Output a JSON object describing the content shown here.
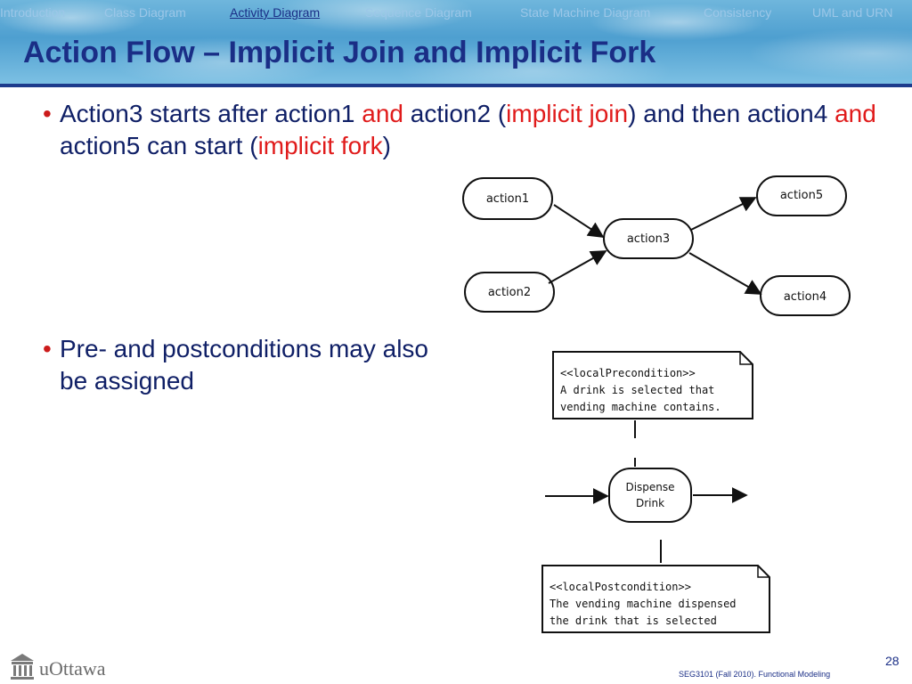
{
  "nav": {
    "items": [
      {
        "label": "Introduction",
        "active": false
      },
      {
        "label": "Class Diagram",
        "active": false
      },
      {
        "label": "Activity Diagram",
        "active": true
      },
      {
        "label": "Sequence Diagram",
        "active": false
      },
      {
        "label": "State Machine Diagram",
        "active": false
      },
      {
        "label": "Consistency",
        "active": false
      },
      {
        "label": "UML and URN",
        "active": false
      }
    ]
  },
  "slide": {
    "title": "Action Flow – Implicit Join and Implicit Fork",
    "bullet1": {
      "p1": "Action3 starts after action1 ",
      "r1": "and",
      "p2": " action2 (",
      "r2": "implicit join",
      "p3": ") and then action4 ",
      "r3": "and",
      "p4": " action5 can start (",
      "r4": "implicit fork",
      "p5": ")"
    },
    "bullet2": "Pre- and postconditions may also be assigned"
  },
  "diagram1": {
    "nodes": {
      "action1": "action1",
      "action2": "action2",
      "action3": "action3",
      "action4": "action4",
      "action5": "action5"
    }
  },
  "diagram2": {
    "precondition": {
      "stereotype": "<<localPrecondition>>",
      "line1": "A drink is selected that",
      "line2": "vending machine contains."
    },
    "action": {
      "line1": "Dispense",
      "line2": "Drink"
    },
    "postcondition": {
      "stereotype": "<<localPostcondition>>",
      "line1": "The vending machine dispensed",
      "line2": "the drink that is selected"
    }
  },
  "footer": {
    "logo": "uOttawa",
    "page": "28",
    "course": "SEG3101 (Fall 2010).   Functional Modeling"
  },
  "colors": {
    "title": "#1a2e86",
    "text": "#0f1f66",
    "accent_red": "#e01b1b",
    "nav_inactive": "#9cc7e8"
  }
}
